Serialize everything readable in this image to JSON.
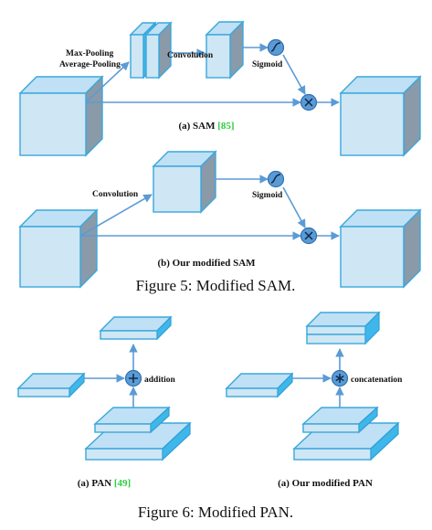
{
  "figure5": {
    "sam": {
      "label_pool_1": "Max-Pooling",
      "label_pool_2": "Average-Pooling",
      "label_conv": "Convolution",
      "label_sigmoid": "Sigmoid",
      "caption_main": "(a) SAM ",
      "caption_cite": "[85]"
    },
    "modified_sam": {
      "label_conv": "Convolution",
      "label_sigmoid": "Sigmoid",
      "caption": "(b) Our modified SAM"
    },
    "caption": "Figure 5: Modified SAM."
  },
  "figure6": {
    "pan": {
      "label_op": "addition",
      "caption_main": "(a) PAN ",
      "caption_cite": "[49]"
    },
    "modified_pan": {
      "label_op": "concatenation",
      "caption": "(a) Our modified PAN"
    },
    "caption": "Figure 6: Modified PAN."
  },
  "colors": {
    "cube_front": "#cfe6f5",
    "cube_side": "#8a9aa8",
    "edge": "#3aa7db",
    "arrow": "#5b9bd5",
    "cite": "#2ecc40"
  },
  "icons": [
    "sigmoid-icon",
    "multiply-icon",
    "addition-icon",
    "concatenation-icon"
  ]
}
